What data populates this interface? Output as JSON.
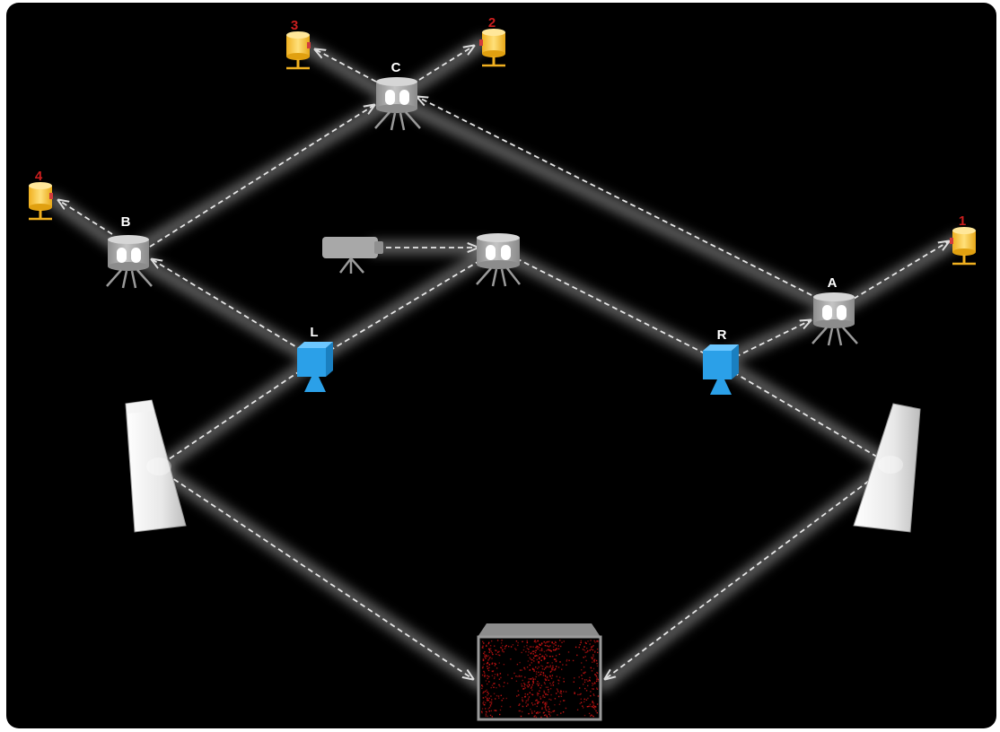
{
  "colors": {
    "background": "#000000",
    "beam": "#ffffff",
    "camera_color": "#2ba0e8",
    "device_gray": "#b3b3b3",
    "detector_yellow": "#f5c33b",
    "label_white": "#ffffff",
    "label_red": "#cc1e1e",
    "screen_noise": "#d21414"
  },
  "labels": {
    "A": "A",
    "B": "B",
    "C": "C",
    "L": "L",
    "R": "R",
    "d1": "1",
    "d2": "2",
    "d3": "3",
    "d4": "4"
  },
  "icons": {
    "beam_splitter": "beam-splitter-icon",
    "detector": "detector-icon",
    "laser": "laser-source-icon",
    "camera": "camera-icon",
    "mirror": "mirror-icon",
    "screen": "detection-screen-icon"
  }
}
